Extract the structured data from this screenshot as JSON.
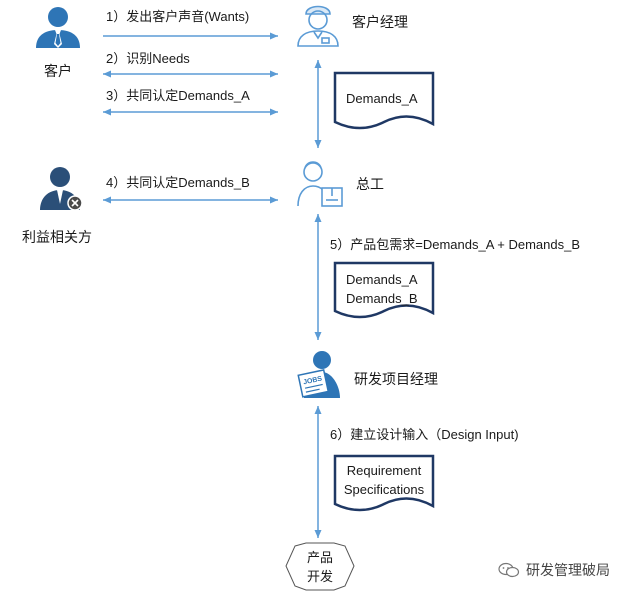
{
  "actors": {
    "customer": "客户",
    "account_manager": "客户经理",
    "chief_engineer": "总工",
    "stakeholders": "利益相关方",
    "rd_pm": "研发项目经理",
    "product_dev": [
      "产品",
      "开发"
    ]
  },
  "steps": {
    "s1": "1）发出客户声音(Wants)",
    "s2": "2）识别Needs",
    "s3": "3）共同认定Demands_A",
    "s4": "4）共同认定Demands_B",
    "s5": "5）产品包需求=Demands_A + Demands_B",
    "s6": "6）建立设计输入（Design Input)"
  },
  "documents": {
    "doc1": [
      "Demands_A"
    ],
    "doc2": [
      "Demands_A",
      "Demands_B"
    ],
    "doc3": [
      "Requirement",
      "Specifications"
    ]
  },
  "icon_text": {
    "jobs": "JOBS"
  },
  "watermark": {
    "text": "研发管理破局"
  },
  "colors": {
    "arrow": "#5b9bd5",
    "person_blue": "#2e75b6",
    "doc_border": "#1f3864"
  }
}
